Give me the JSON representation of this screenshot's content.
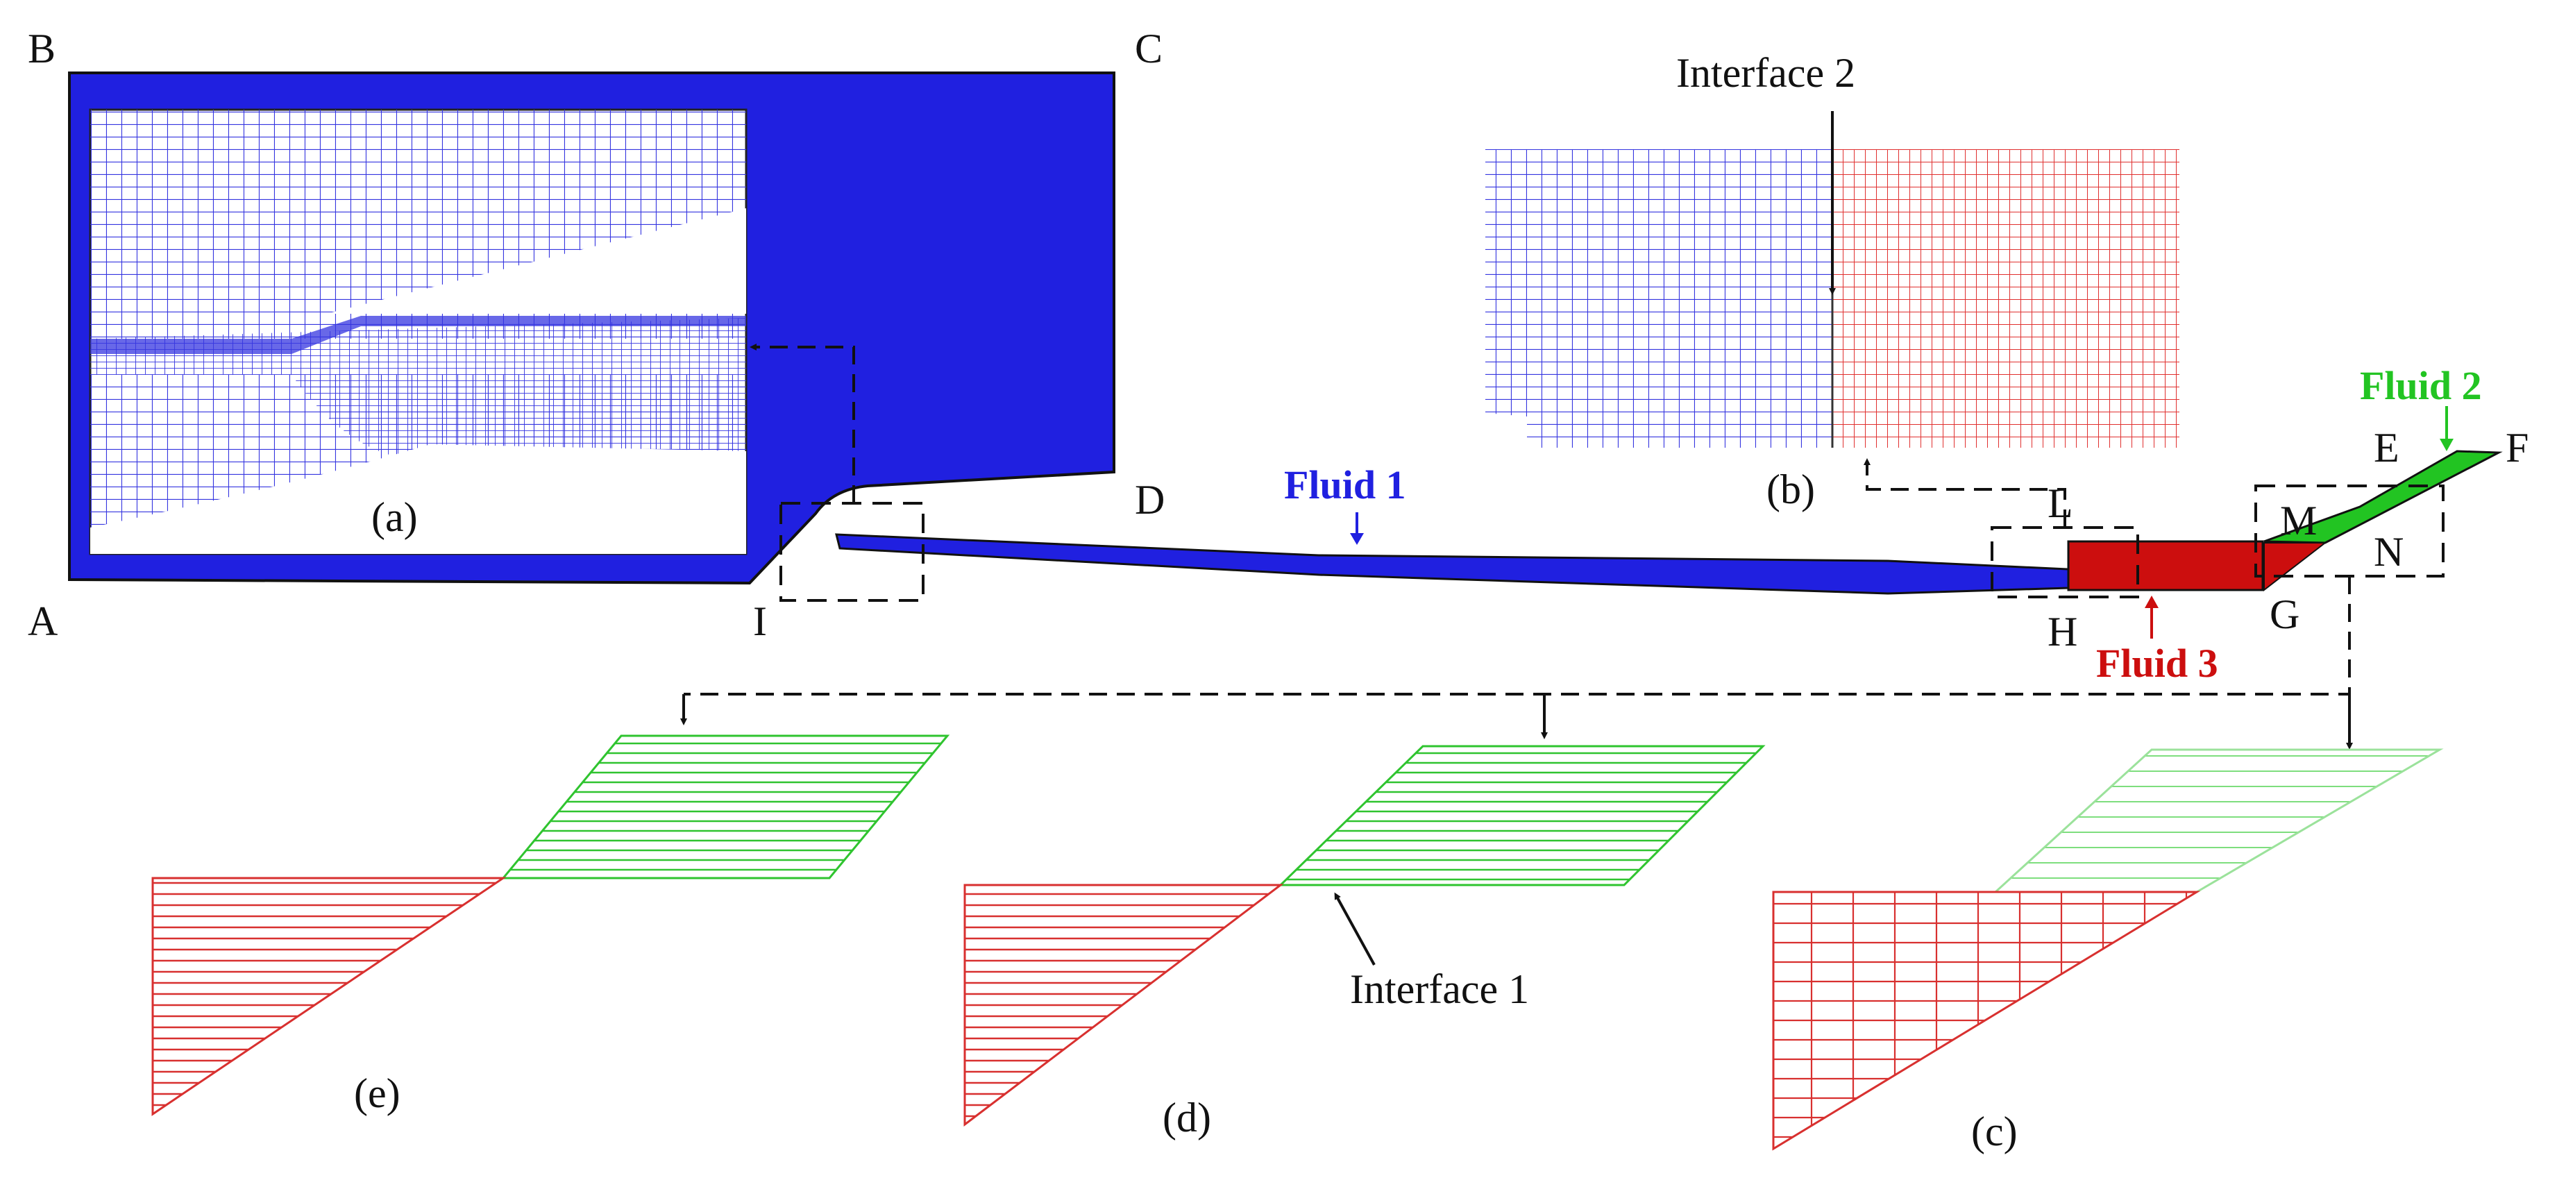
{
  "labels": {
    "point_a": "A",
    "point_b": "B",
    "point_c": "C",
    "point_d": "D",
    "point_e": "E",
    "point_f": "F",
    "point_g": "G",
    "point_h": "H",
    "point_i": "I",
    "point_l": "L",
    "point_m": "M",
    "point_n": "N"
  },
  "fluids": {
    "fluid_1": "Fluid 1",
    "fluid_2": "Fluid 2",
    "fluid_3": "Fluid 3"
  },
  "interfaces": {
    "interface_1": "Interface 1",
    "interface_2": "Interface 2"
  },
  "panels": {
    "a": "(a)",
    "b": "(b)",
    "c": "(c)",
    "d": "(d)",
    "e": "(e)"
  },
  "colors": {
    "fluid_1": "#2020e0",
    "fluid_2": "#22c422",
    "fluid_3": "#cc0e0e",
    "mesh_blue": "#3535e0",
    "mesh_red": "#e0302f",
    "mesh_green": "#2fc42f",
    "outline": "#111111"
  }
}
